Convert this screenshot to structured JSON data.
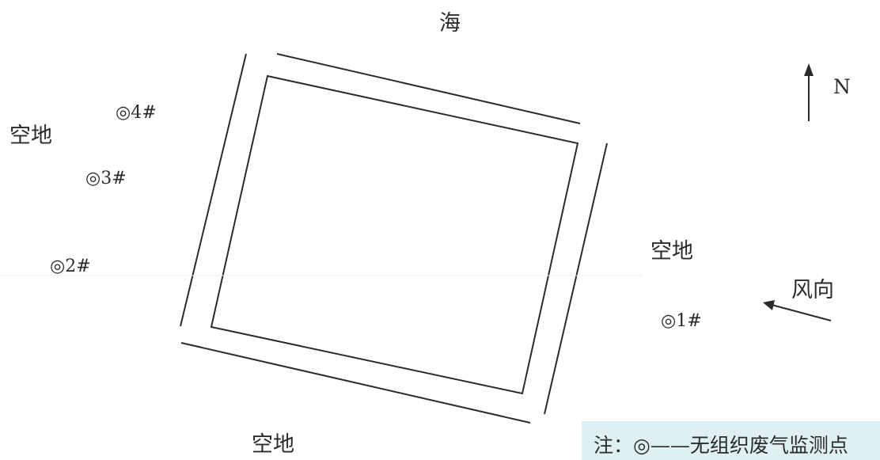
{
  "labels": {
    "sea": "海",
    "open_land_west": "空地",
    "open_land_east": "空地",
    "open_land_south": "空地",
    "north": "N",
    "wind_direction": "风向"
  },
  "monitoring_points": [
    {
      "id": "1#",
      "symbol": "◎"
    },
    {
      "id": "2#",
      "symbol": "◎"
    },
    {
      "id": "3#",
      "symbol": "◎"
    },
    {
      "id": "4#",
      "symbol": "◎"
    }
  ],
  "legend": {
    "text": "注：◎——无组织废气监测点",
    "background": "#dff0f3"
  },
  "colors": {
    "line": "#2b2b2b",
    "text": "#2b2b2b"
  }
}
